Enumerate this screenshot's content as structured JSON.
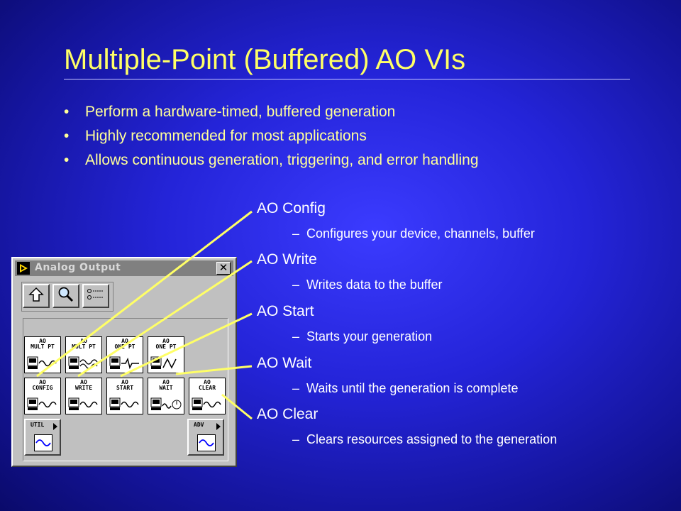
{
  "slide": {
    "title": "Multiple-Point (Buffered) AO VIs",
    "bullet_marker": "•",
    "bullets": [
      "Perform a hardware-timed, buffered generation",
      "Highly recommended for most applications",
      "Allows continuous generation, triggering, and error handling"
    ],
    "dash": "–",
    "vis": [
      {
        "name": "AO Config",
        "desc": "Configures your device, channels, buffer"
      },
      {
        "name": "AO Write",
        "desc": "Writes data to the buffer"
      },
      {
        "name": "AO Start",
        "desc": "Starts your generation"
      },
      {
        "name": "AO Wait",
        "desc": "Waits until the generation is complete"
      },
      {
        "name": "AO Clear",
        "desc": "Clears resources assigned to the generation"
      }
    ]
  },
  "palette": {
    "title": "Analog Output",
    "close": "✕",
    "toolbar": [
      "up-arrow-icon",
      "search-icon",
      "options-icon"
    ],
    "icons_row1": [
      {
        "top": "AO",
        "bottom": "MULT PT"
      },
      {
        "top": "AO",
        "bottom": "MULT PT"
      },
      {
        "top": "AO",
        "bottom": "ONE PT"
      },
      {
        "top": "AO",
        "bottom": "ONE PT"
      }
    ],
    "icons_row2": [
      {
        "top": "AO",
        "bottom": "CONFIG"
      },
      {
        "top": "AO",
        "bottom": "WRITE"
      },
      {
        "top": "AO",
        "bottom": "START"
      },
      {
        "top": "AO",
        "bottom": "WAIT"
      },
      {
        "top": "AO",
        "bottom": "CLEAR"
      }
    ],
    "subpalettes": [
      "UTIL",
      "ADV"
    ]
  },
  "colors": {
    "title": "#ffff66",
    "bullets": "#ffff99",
    "pointer": "#ffff66",
    "text": "#ffffff"
  }
}
